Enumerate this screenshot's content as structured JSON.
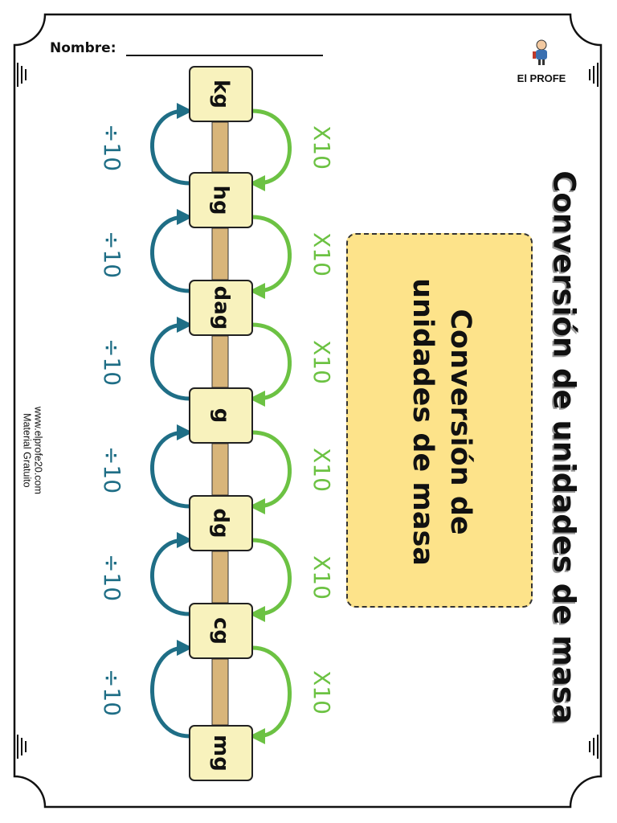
{
  "header": {
    "name_label": "Nombre:",
    "logo_text": "El PROFE"
  },
  "title": "Conversión de unidades de masa",
  "card": {
    "line1": "Conversión de",
    "line2": "unidades de masa"
  },
  "units": [
    "kg",
    "hg",
    "dag",
    "g",
    "dg",
    "cg",
    "mg"
  ],
  "operations": {
    "divide_label": "÷10",
    "multiply_label": "X10"
  },
  "footer": {
    "website": "www.elprofe20.com",
    "note": "Material Gratuito"
  },
  "colors": {
    "unit_box": "#f8f2bd",
    "divide_arrow": "#1f6e86",
    "multiply_arrow": "#6cc243",
    "card": "#fde38a",
    "connector": "#d8b57a"
  }
}
